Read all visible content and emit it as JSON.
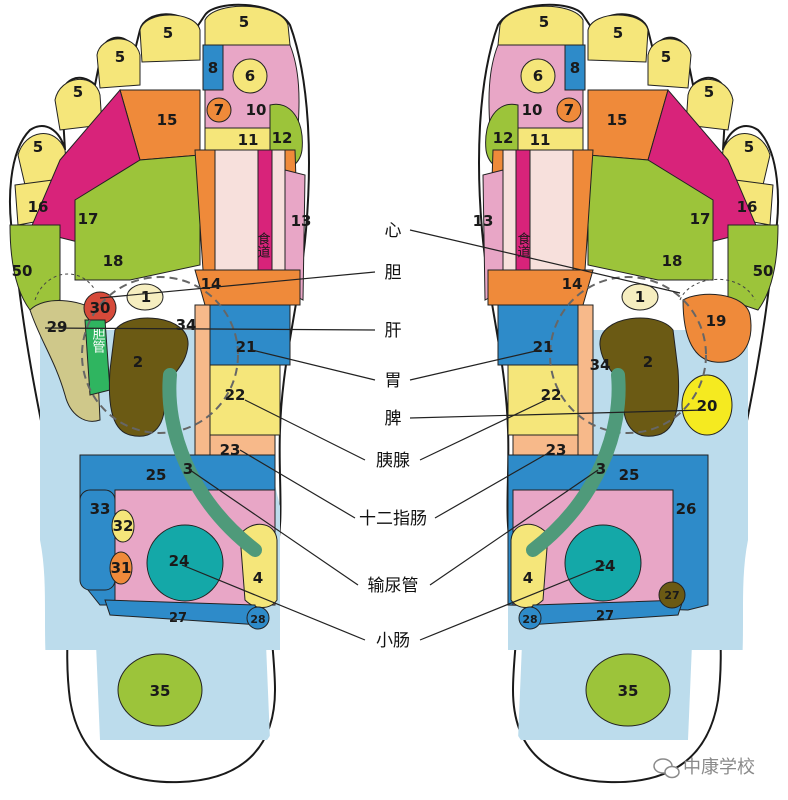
{
  "diagram": {
    "zone_numbers": {
      "n1": "1",
      "n2": "2",
      "n3": "3",
      "n4": "4",
      "n5": "5",
      "n6": "6",
      "n7": "7",
      "n8": "8",
      "n10": "10",
      "n11": "11",
      "n12": "12",
      "n13": "13",
      "n14": "14",
      "n15": "15",
      "n16": "16",
      "n17": "17",
      "n18": "18",
      "n19": "19",
      "n20": "20",
      "n21": "21",
      "n22": "22",
      "n23": "23",
      "n24": "24",
      "n25": "25",
      "n26": "26",
      "n27": "27",
      "n28": "28",
      "n29": "29",
      "n30": "30",
      "n31": "31",
      "n32": "32",
      "n33": "33",
      "n34": "34",
      "n35": "35",
      "n50": "50"
    },
    "small_text": {
      "esophagus": "食道",
      "gallbladder_duct": "胆管"
    },
    "center_labels": {
      "heart": "心",
      "gallbladder": "胆",
      "liver": "肝",
      "stomach": "胃",
      "spleen": "脾",
      "pancreas": "胰腺",
      "duodenum": "十二指肠",
      "ureter": "输尿管",
      "small_intestine": "小肠"
    },
    "watermark": "中康学校"
  }
}
